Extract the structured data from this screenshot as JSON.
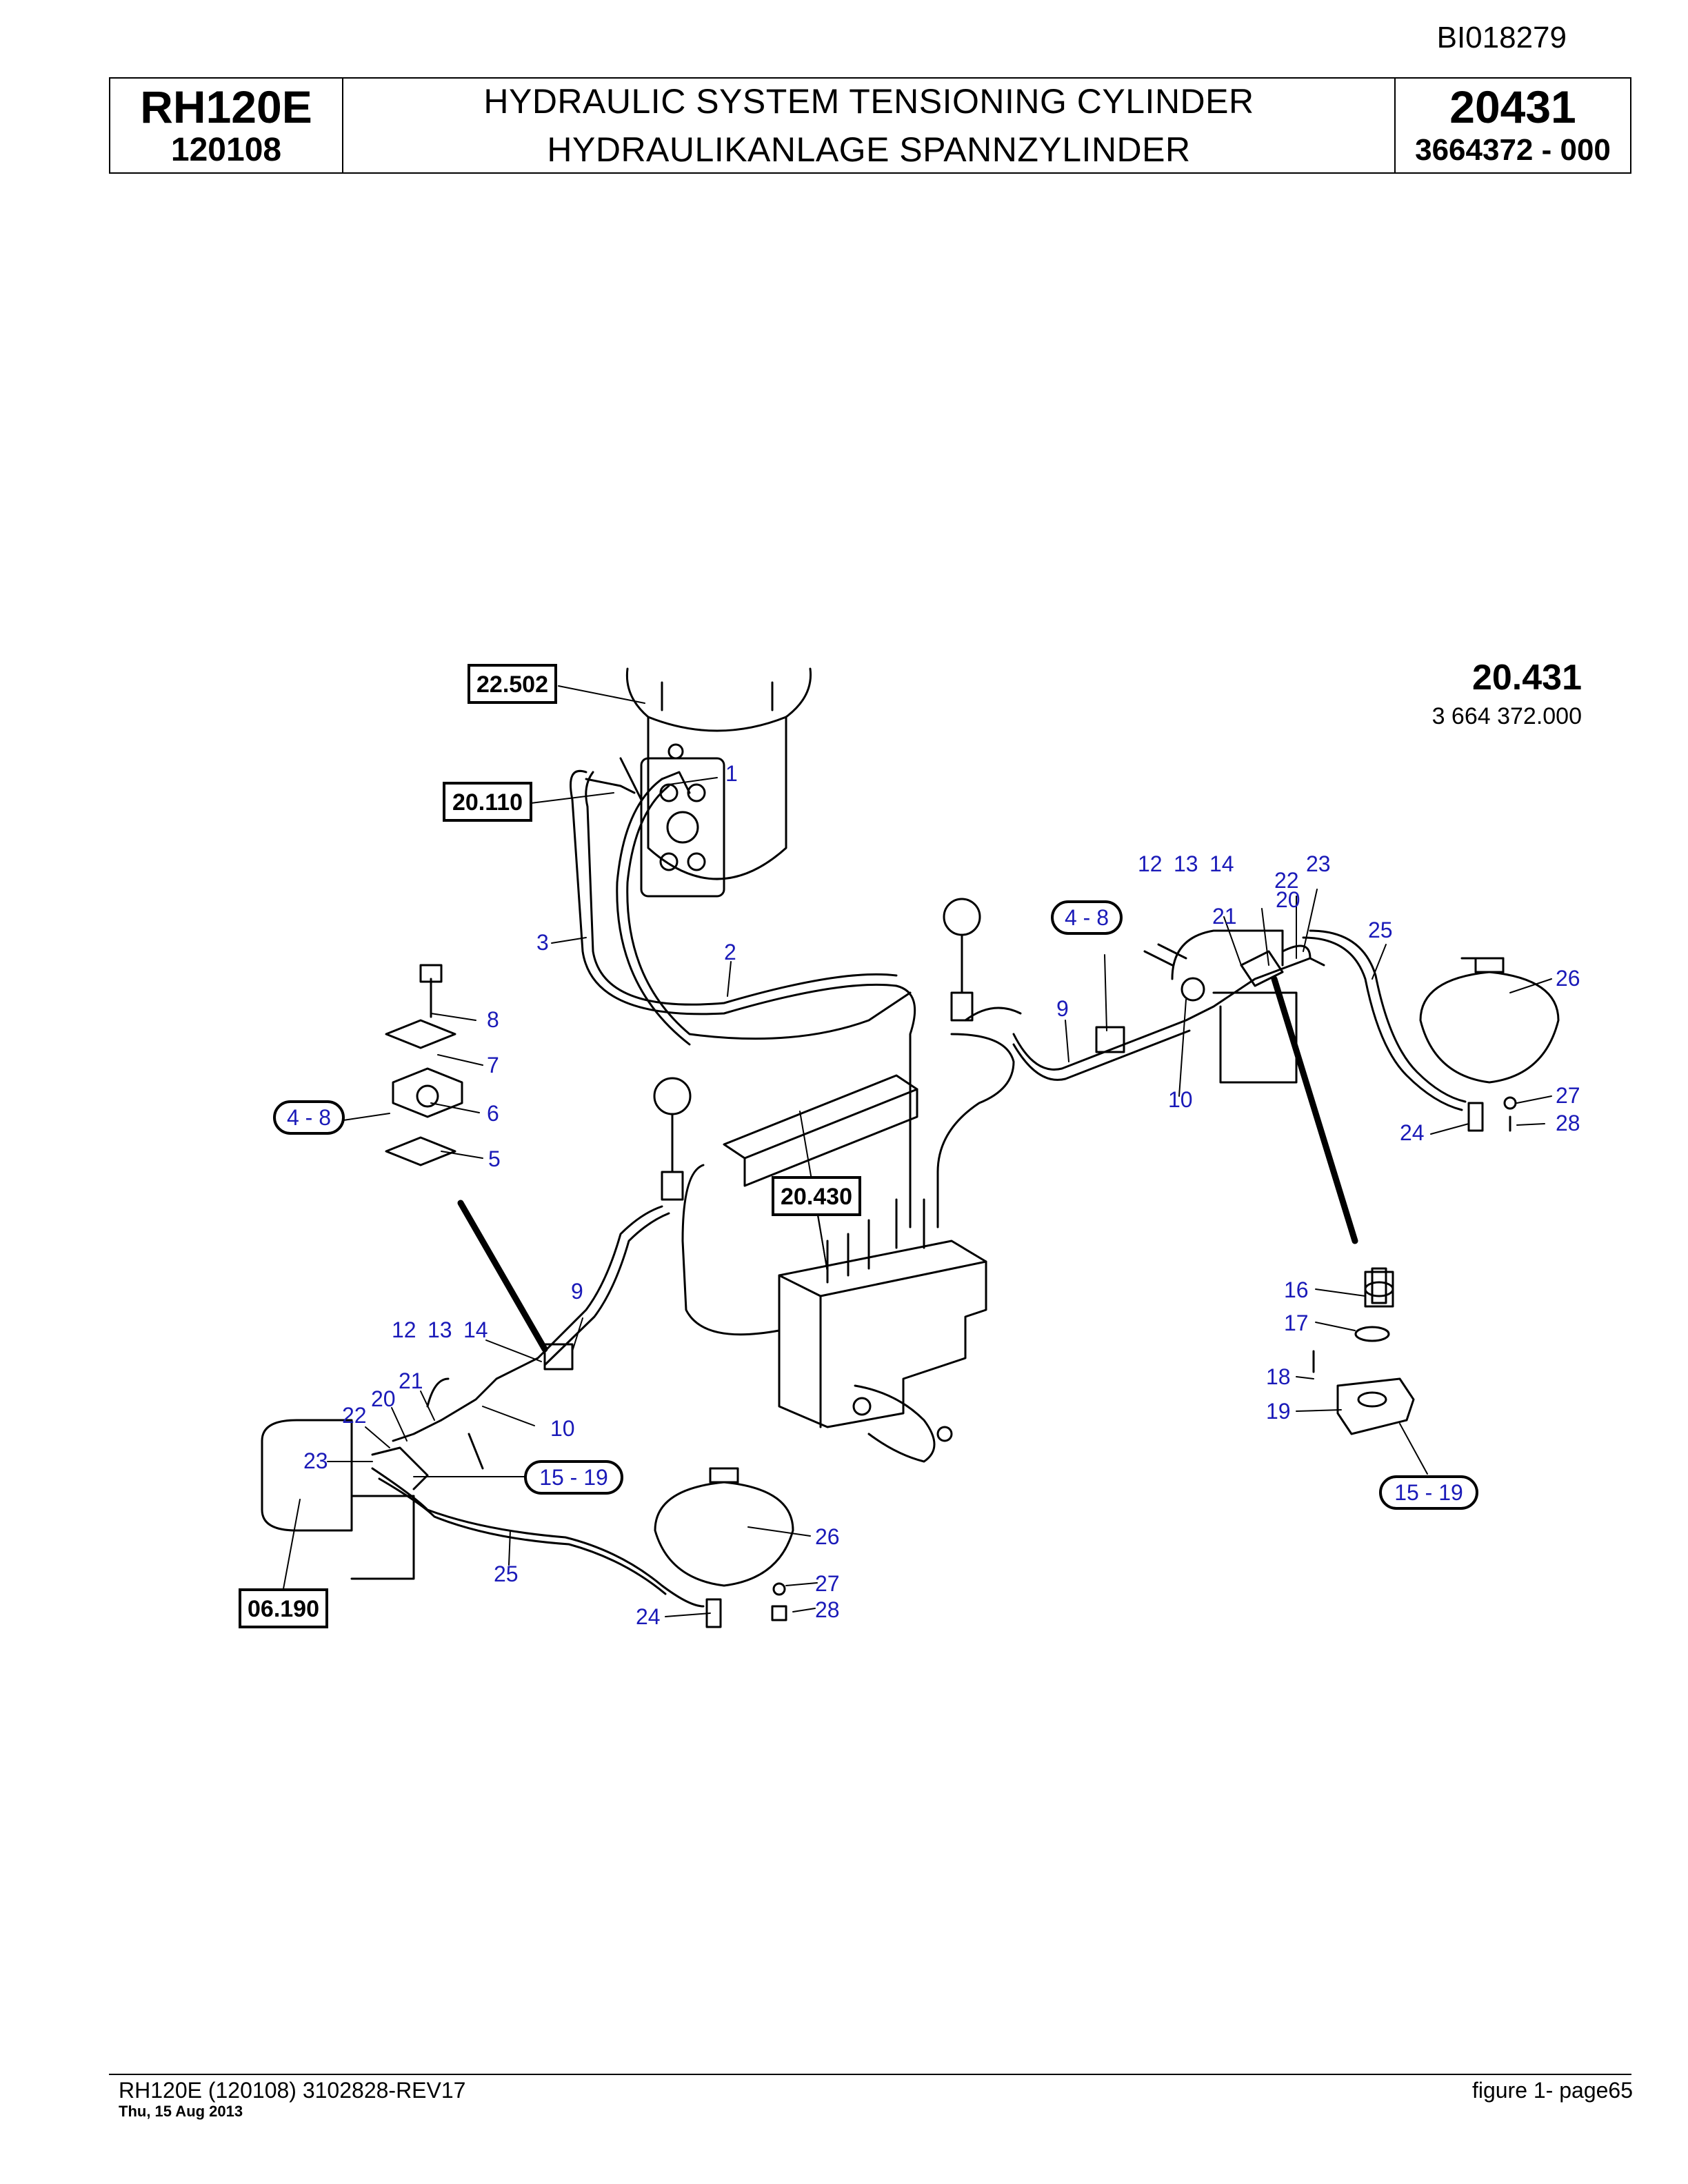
{
  "doc_id": "BI018279",
  "header": {
    "model": "RH120E",
    "model_code": "120108",
    "title_en": "HYDRAULIC SYSTEM TENSIONING CYLINDER",
    "title_de": "HYDRAULIKANLAGE SPANNZYLINDER",
    "part_number": "20431",
    "part_sub": "3664372  - 000"
  },
  "figure": {
    "number": "20.431",
    "part": "3 664 372.000",
    "refs": [
      "22.502",
      "20.110",
      "20.430",
      "06.190"
    ],
    "groups": [
      "4 - 8",
      "15 - 19"
    ],
    "labels": [
      "1",
      "2",
      "3",
      "5",
      "6",
      "7",
      "8",
      "9",
      "10",
      "12",
      "13",
      "14",
      "16",
      "17",
      "18",
      "19",
      "20",
      "21",
      "22",
      "23",
      "24",
      "25",
      "26",
      "27",
      "28"
    ]
  },
  "footer": {
    "left": "RH120E (120108) 3102828-REV17",
    "date": "Thu, 15 Aug 2013",
    "right": "figure  1- page65"
  }
}
